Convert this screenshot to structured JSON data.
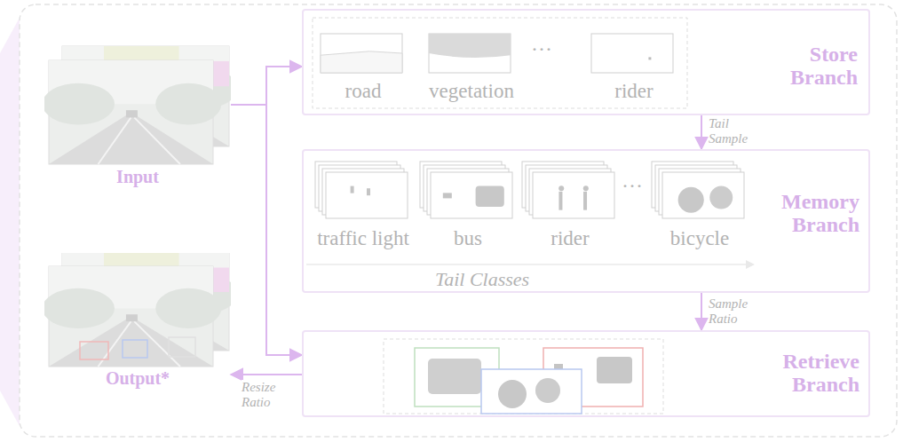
{
  "diagram": {
    "nodes": [
      {
        "text": [
          "Input"
        ]
      },
      {
        "text": [
          "Store Branch"
        ]
      },
      {
        "text": [
          "road"
        ],
        "in": 1
      },
      {
        "text": [
          "vegetation"
        ],
        "in": 1
      },
      {
        "text": [
          "rider"
        ],
        "in": 1
      },
      {
        "text": [
          "Memory Branch"
        ]
      },
      {
        "text": [
          "traffic light"
        ],
        "in": 5
      },
      {
        "text": [
          "bus"
        ],
        "in": 5
      },
      {
        "text": [
          "rider"
        ],
        "in": 5
      },
      {
        "text": [
          "bicycle"
        ],
        "in": 5
      },
      {
        "text": [
          "Retrieve Branch"
        ]
      },
      {
        "text": [
          "Output*"
        ]
      }
    ],
    "edges": [
      {
        "from": 0,
        "to": 1,
        "arrow": "to"
      },
      {
        "from": 0,
        "to": 10,
        "arrow": "to"
      },
      {
        "from": 1,
        "to": 5,
        "label": "Tail Sample",
        "arrow": "to"
      },
      {
        "from": 5,
        "to": 10,
        "label": "Sample Ratio",
        "arrow": "to"
      },
      {
        "from": 10,
        "to": 11,
        "label": "Resize Ratio",
        "arrow": "to"
      }
    ],
    "labels": [
      "···",
      "···",
      "Tail Classes"
    ]
  }
}
